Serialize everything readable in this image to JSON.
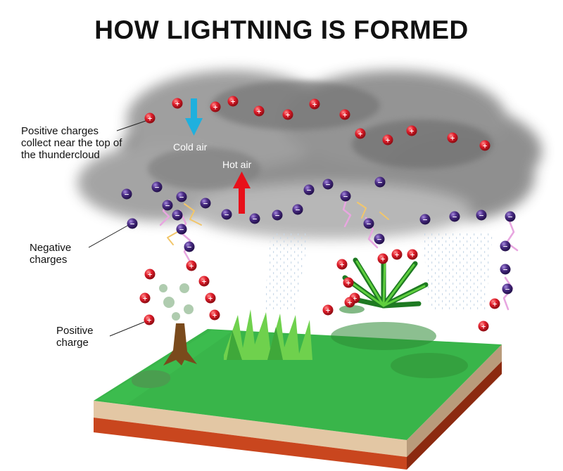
{
  "title": "HOW LIGHTNING IS FORMED",
  "labels": {
    "positive_top": "Positive charges collect near the top of the thundercloud",
    "negative": "Negative charges",
    "positive_ground": "Positive charge",
    "cold_air": "Cold air",
    "hot_air": "Hot air"
  },
  "symbols": {
    "positive": "+",
    "negative": "−"
  },
  "colors": {
    "positive_charge": "#e11d2a",
    "negative_charge": "#4b2d86",
    "cold_arrow": "#1fb0de",
    "hot_arrow": "#e8101a",
    "grass": "#39b54a",
    "soil": "#c9461e",
    "lightning": "#e8a6e0"
  }
}
